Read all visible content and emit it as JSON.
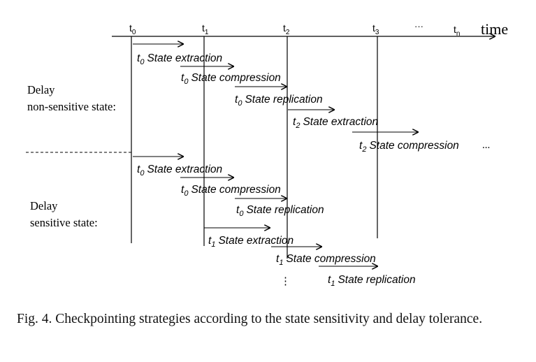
{
  "diagram": {
    "time_axis": {
      "label": "time",
      "ticks": [
        {
          "base": "t",
          "sub": "0"
        },
        {
          "base": "t",
          "sub": "1"
        },
        {
          "base": "t",
          "sub": "2"
        },
        {
          "base": "t",
          "sub": "3"
        },
        {
          "base": "t",
          "sub": "n"
        }
      ],
      "ellipsis": "···"
    },
    "groups": {
      "non_sensitive": {
        "line1": "Delay",
        "line2": "non-sensitive state:"
      },
      "sensitive": {
        "line1": "Delay",
        "line2": "sensitive state:"
      }
    },
    "non_sensitive_steps": [
      {
        "t": "t",
        "sub": "0",
        "label": "State extraction"
      },
      {
        "t": "t",
        "sub": "0",
        "label": "State compression"
      },
      {
        "t": "t",
        "sub": "0",
        "label": "State replication"
      },
      {
        "t": "t",
        "sub": "2",
        "label": "State extraction"
      },
      {
        "t": "t",
        "sub": "2",
        "label": "State compression"
      }
    ],
    "non_sensitive_more": "...",
    "sensitive_steps": [
      {
        "t": "t",
        "sub": "0",
        "label": "State extraction"
      },
      {
        "t": "t",
        "sub": "0",
        "label": "State compression"
      },
      {
        "t": "t",
        "sub": "0",
        "label": "State replication"
      },
      {
        "t": "t",
        "sub": "1",
        "label": "State extraction"
      },
      {
        "t": "t",
        "sub": "1",
        "label": "State compression"
      },
      {
        "t": "t",
        "sub": "1",
        "label": "State replication"
      }
    ],
    "sensitive_more": "⋮"
  },
  "caption": "Fig. 4.   Checkpointing strategies according to the state sensitivity and delay tolerance."
}
